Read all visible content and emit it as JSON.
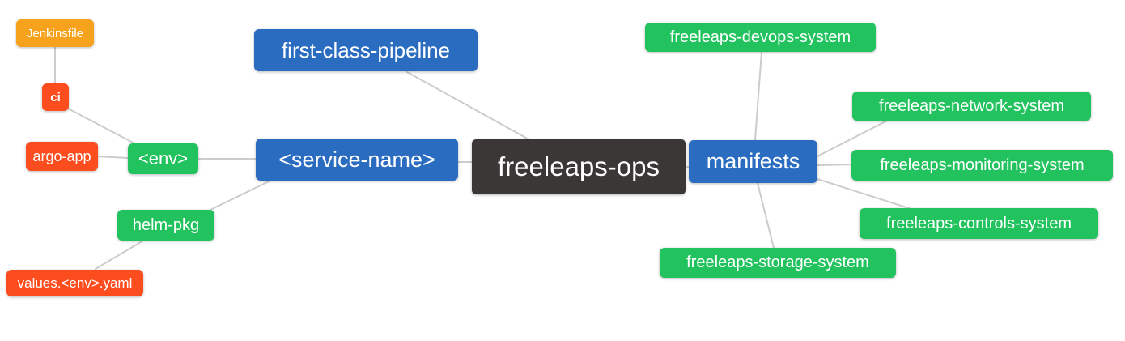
{
  "diagram": {
    "type": "mindmap",
    "root_label": "freeleaps-ops",
    "colors": {
      "blue": "#2a6cbf",
      "green": "#22c35e",
      "red": "#fb4d1e",
      "orange": "#f7a21c",
      "dark": "#3b3737",
      "edge": "#cccccc",
      "text": "#ffffff",
      "background": "#ffffff"
    },
    "nodes": [
      {
        "id": "jenkinsfile",
        "label": "Jenkinsfile",
        "color": "orange"
      },
      {
        "id": "ci",
        "label": "ci",
        "color": "red"
      },
      {
        "id": "argo-app",
        "label": "argo-app",
        "color": "red"
      },
      {
        "id": "env",
        "label": "<env>",
        "color": "green"
      },
      {
        "id": "helm-pkg",
        "label": "helm-pkg",
        "color": "green"
      },
      {
        "id": "values-env-yaml",
        "label": "values.<env>.yaml",
        "color": "red"
      },
      {
        "id": "first-class-pipeline",
        "label": "first-class-pipeline",
        "color": "blue"
      },
      {
        "id": "service-name",
        "label": "<service-name>",
        "color": "blue"
      },
      {
        "id": "freeleaps-ops",
        "label": "freeleaps-ops",
        "color": "dark"
      },
      {
        "id": "manifests",
        "label": "manifests",
        "color": "blue"
      },
      {
        "id": "freeleaps-devops-system",
        "label": "freeleaps-devops-system",
        "color": "green"
      },
      {
        "id": "freeleaps-network-system",
        "label": "freeleaps-network-system",
        "color": "green"
      },
      {
        "id": "freeleaps-monitoring-system",
        "label": "freeleaps-monitoring-system",
        "color": "green"
      },
      {
        "id": "freeleaps-controls-system",
        "label": "freeleaps-controls-system",
        "color": "green"
      },
      {
        "id": "freeleaps-storage-system",
        "label": "freeleaps-storage-system",
        "color": "green"
      }
    ],
    "edges": [
      [
        "jenkinsfile",
        "ci"
      ],
      [
        "ci",
        "env"
      ],
      [
        "argo-app",
        "env"
      ],
      [
        "env",
        "service-name"
      ],
      [
        "helm-pkg",
        "service-name"
      ],
      [
        "values-env-yaml",
        "helm-pkg"
      ],
      [
        "first-class-pipeline",
        "freeleaps-ops"
      ],
      [
        "service-name",
        "freeleaps-ops"
      ],
      [
        "freeleaps-ops",
        "manifests"
      ],
      [
        "manifests",
        "freeleaps-devops-system"
      ],
      [
        "manifests",
        "freeleaps-network-system"
      ],
      [
        "manifests",
        "freeleaps-monitoring-system"
      ],
      [
        "manifests",
        "freeleaps-controls-system"
      ],
      [
        "manifests",
        "freeleaps-storage-system"
      ]
    ]
  }
}
